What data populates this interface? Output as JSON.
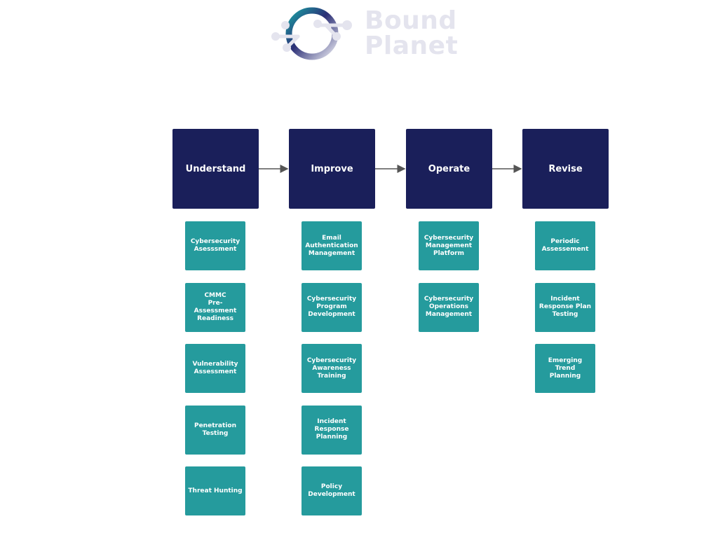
{
  "logo": {
    "line1": "Bound",
    "line2": "Planet",
    "icon": "orbit-ring-logo-icon",
    "ring_gradient": [
      "#1aa0a3",
      "#2b2f76",
      "#e9e9f2"
    ],
    "text_color": "#e4e4ee"
  },
  "colors": {
    "phase": "#1a1f5a",
    "card": "#259b9d",
    "arrow": "#555555"
  },
  "phases": [
    {
      "label": "Understand",
      "items": [
        "Cybersecurity\nAsesssment",
        "CMMC\nPre-Assessment\nReadiness",
        "Vulnerability\nAssessment",
        "Penetration\nTesting",
        "Threat Hunting"
      ]
    },
    {
      "label": "Improve",
      "items": [
        "Email\nAuthentication\nManagement",
        "Cybersecurity\nProgram\nDevelopment",
        "Cybersecurity\nAwareness\nTraining",
        "Incident\nResponse\nPlanning",
        "Policy\nDevelopment"
      ]
    },
    {
      "label": "Operate",
      "items": [
        "Cybersecurity\nManagement\nPlatform",
        "Cybersecurity\nOperations\nManagement"
      ]
    },
    {
      "label": "Revise",
      "items": [
        "Periodic\nAssessement",
        "Incident\nResponse Plan\nTesting",
        "Emerging Trend\nPlanning"
      ]
    }
  ]
}
